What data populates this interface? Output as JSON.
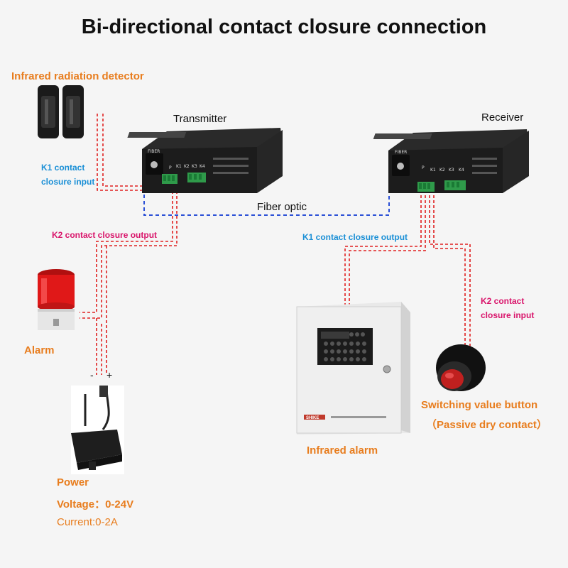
{
  "title": "Bi-directional contact closure connection",
  "labels": {
    "detector": "Infrared radiation detector",
    "transmitter": "Transmitter",
    "receiver": "Receiver",
    "k1_input_line1": "K1 contact",
    "k1_input_line2": "closure input",
    "fiber_optic": "Fiber optic",
    "k2_output": "K2 contact closure output",
    "k1_output": "K1 contact closure output",
    "k2_input_line1": "K2 contact",
    "k2_input_line2": "closure input",
    "alarm": "Alarm",
    "minus": "-",
    "plus": "+",
    "power": "Power",
    "voltage": "Voltage：0-24V",
    "current": "Current:0-2A",
    "infrared_alarm": "Infrared alarm",
    "switch_button": "Switching value button",
    "passive_dry": "（Passive dry contact）"
  },
  "device_ports": {
    "fiber": "FIBER",
    "p": "P",
    "k1": "K1",
    "k2": "K2",
    "k3": "K3",
    "k4": "K4"
  },
  "panel_brand": "SHIKE",
  "colors": {
    "orange": "#e87d1e",
    "blue": "#1a8fd6",
    "pink": "#d9156b",
    "wire_red": "#e02020",
    "fiber_blue": "#2a4fd6"
  }
}
